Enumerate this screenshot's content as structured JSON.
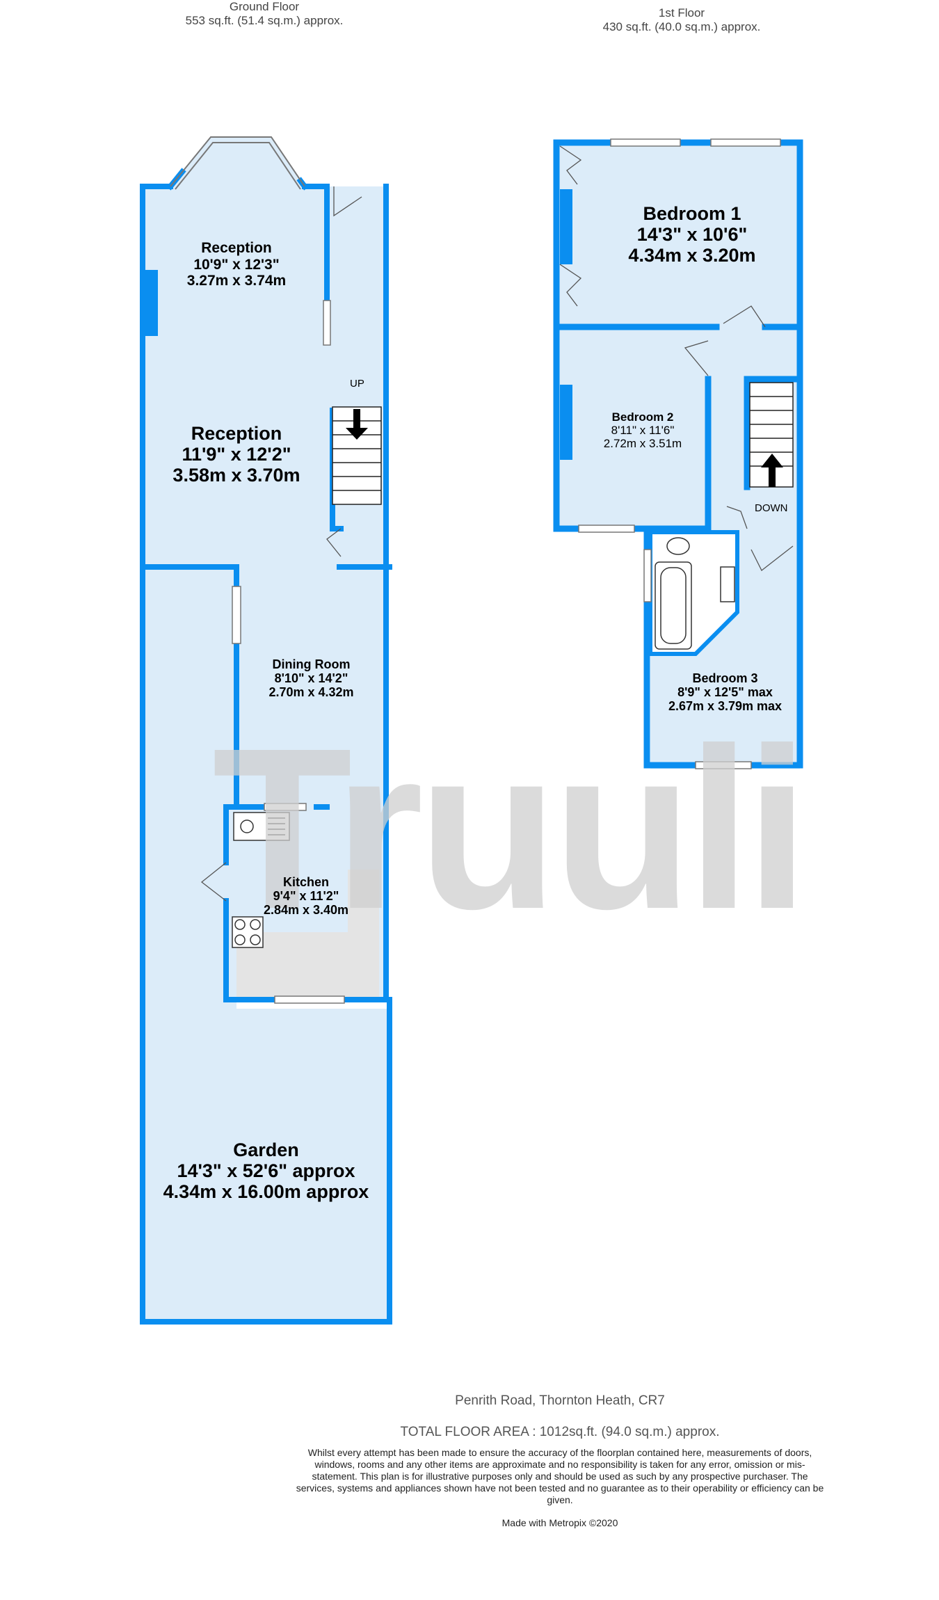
{
  "ground_floor": {
    "heading": "Ground Floor",
    "area": "553 sq.ft. (51.4 sq.m.) approx.",
    "rooms": [
      {
        "name": "Reception",
        "dim_imperial": "10'9\"  x 12'3\"",
        "dim_metric": "3.27m  x 3.74m"
      },
      {
        "name": "Reception",
        "dim_imperial": "11'9\"  x 12'2\"",
        "dim_metric": "3.58m  x 3.70m"
      },
      {
        "name": "Dining Room",
        "dim_imperial": "8'10\"  x 14'2\"",
        "dim_metric": "2.70m  x 4.32m"
      },
      {
        "name": "Kitchen",
        "dim_imperial": "9'4\"  x 11'2\"",
        "dim_metric": "2.84m  x 3.40m"
      },
      {
        "name": "Garden",
        "dim_imperial": "14'3\"  x 52'6\" approx",
        "dim_metric": "4.34m  x 16.00m approx"
      }
    ],
    "stair_label": "UP"
  },
  "first_floor": {
    "heading": "1st Floor",
    "area": "430 sq.ft. (40.0 sq.m.) approx.",
    "rooms": [
      {
        "name": "Bedroom 1",
        "dim_imperial": "14'3\"  x 10'6\"",
        "dim_metric": "4.34m  x 3.20m"
      },
      {
        "name": "Bedroom 2",
        "dim_imperial": "8'11\"  x 11'6\"",
        "dim_metric": "2.72m  x 3.51m"
      },
      {
        "name": "Bedroom 3",
        "dim_imperial": "8'9\"  x 12'5\" max",
        "dim_metric": "2.67m  x 3.79m max"
      }
    ],
    "stair_label": "DOWN"
  },
  "watermark": "Truuli",
  "footer": {
    "address": "Penrith Road, Thornton Heath, CR7",
    "total_area": "TOTAL FLOOR AREA : 1012sq.ft. (94.0 sq.m.) approx.",
    "disclaimer": "Whilst every attempt has been made to ensure the accuracy of the floorplan contained here, measurements of doors, windows, rooms and any other items are approximate and no responsibility is taken for any error, omission or mis-statement. This plan is for illustrative purposes only and should be used as such by any prospective purchaser. The services, systems and appliances shown have not been tested and no guarantee as to their operability or efficiency can be given.",
    "made_with": "Made with Metropix ©2020"
  },
  "colors": {
    "wall": "#0a8ef0",
    "room_fill": "#dcecf9",
    "counter": "#e4e4e4",
    "watermark": "#cfcfcf"
  }
}
